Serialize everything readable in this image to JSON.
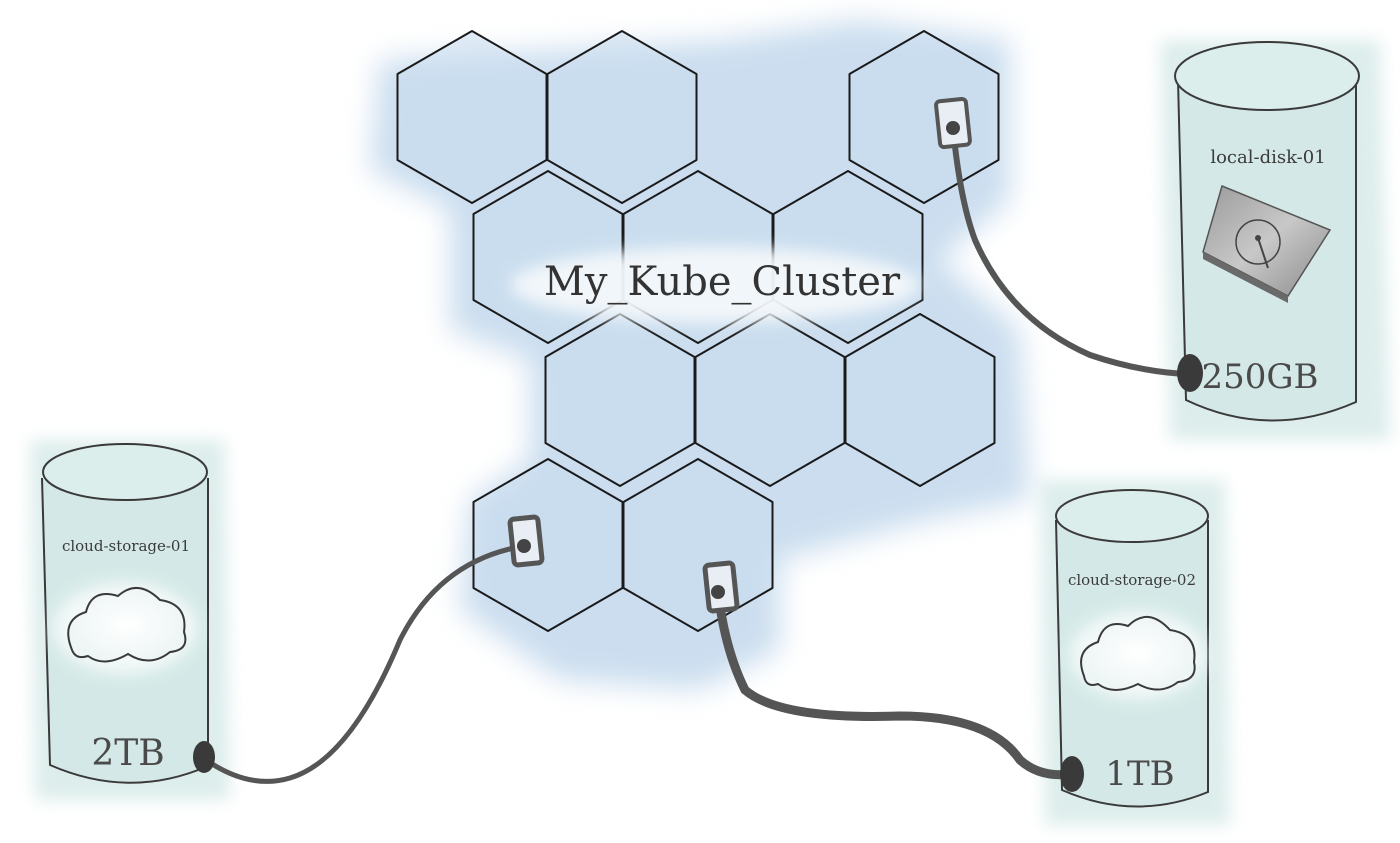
{
  "cluster": {
    "name": "My_Kube_Cluster",
    "fill_color": "#c9dcee",
    "stroke_color": "#1a1a1a"
  },
  "storage": [
    {
      "name": "local-disk-01",
      "capacity": "250GB",
      "icon": "hard-disk-icon"
    },
    {
      "name": "cloud-storage-01",
      "capacity": "2TB",
      "icon": "cloud-icon"
    },
    {
      "name": "cloud-storage-02",
      "capacity": "1TB",
      "icon": "cloud-icon"
    }
  ],
  "colors": {
    "storage_fill": "#cde6e4",
    "cable": "#555555"
  }
}
